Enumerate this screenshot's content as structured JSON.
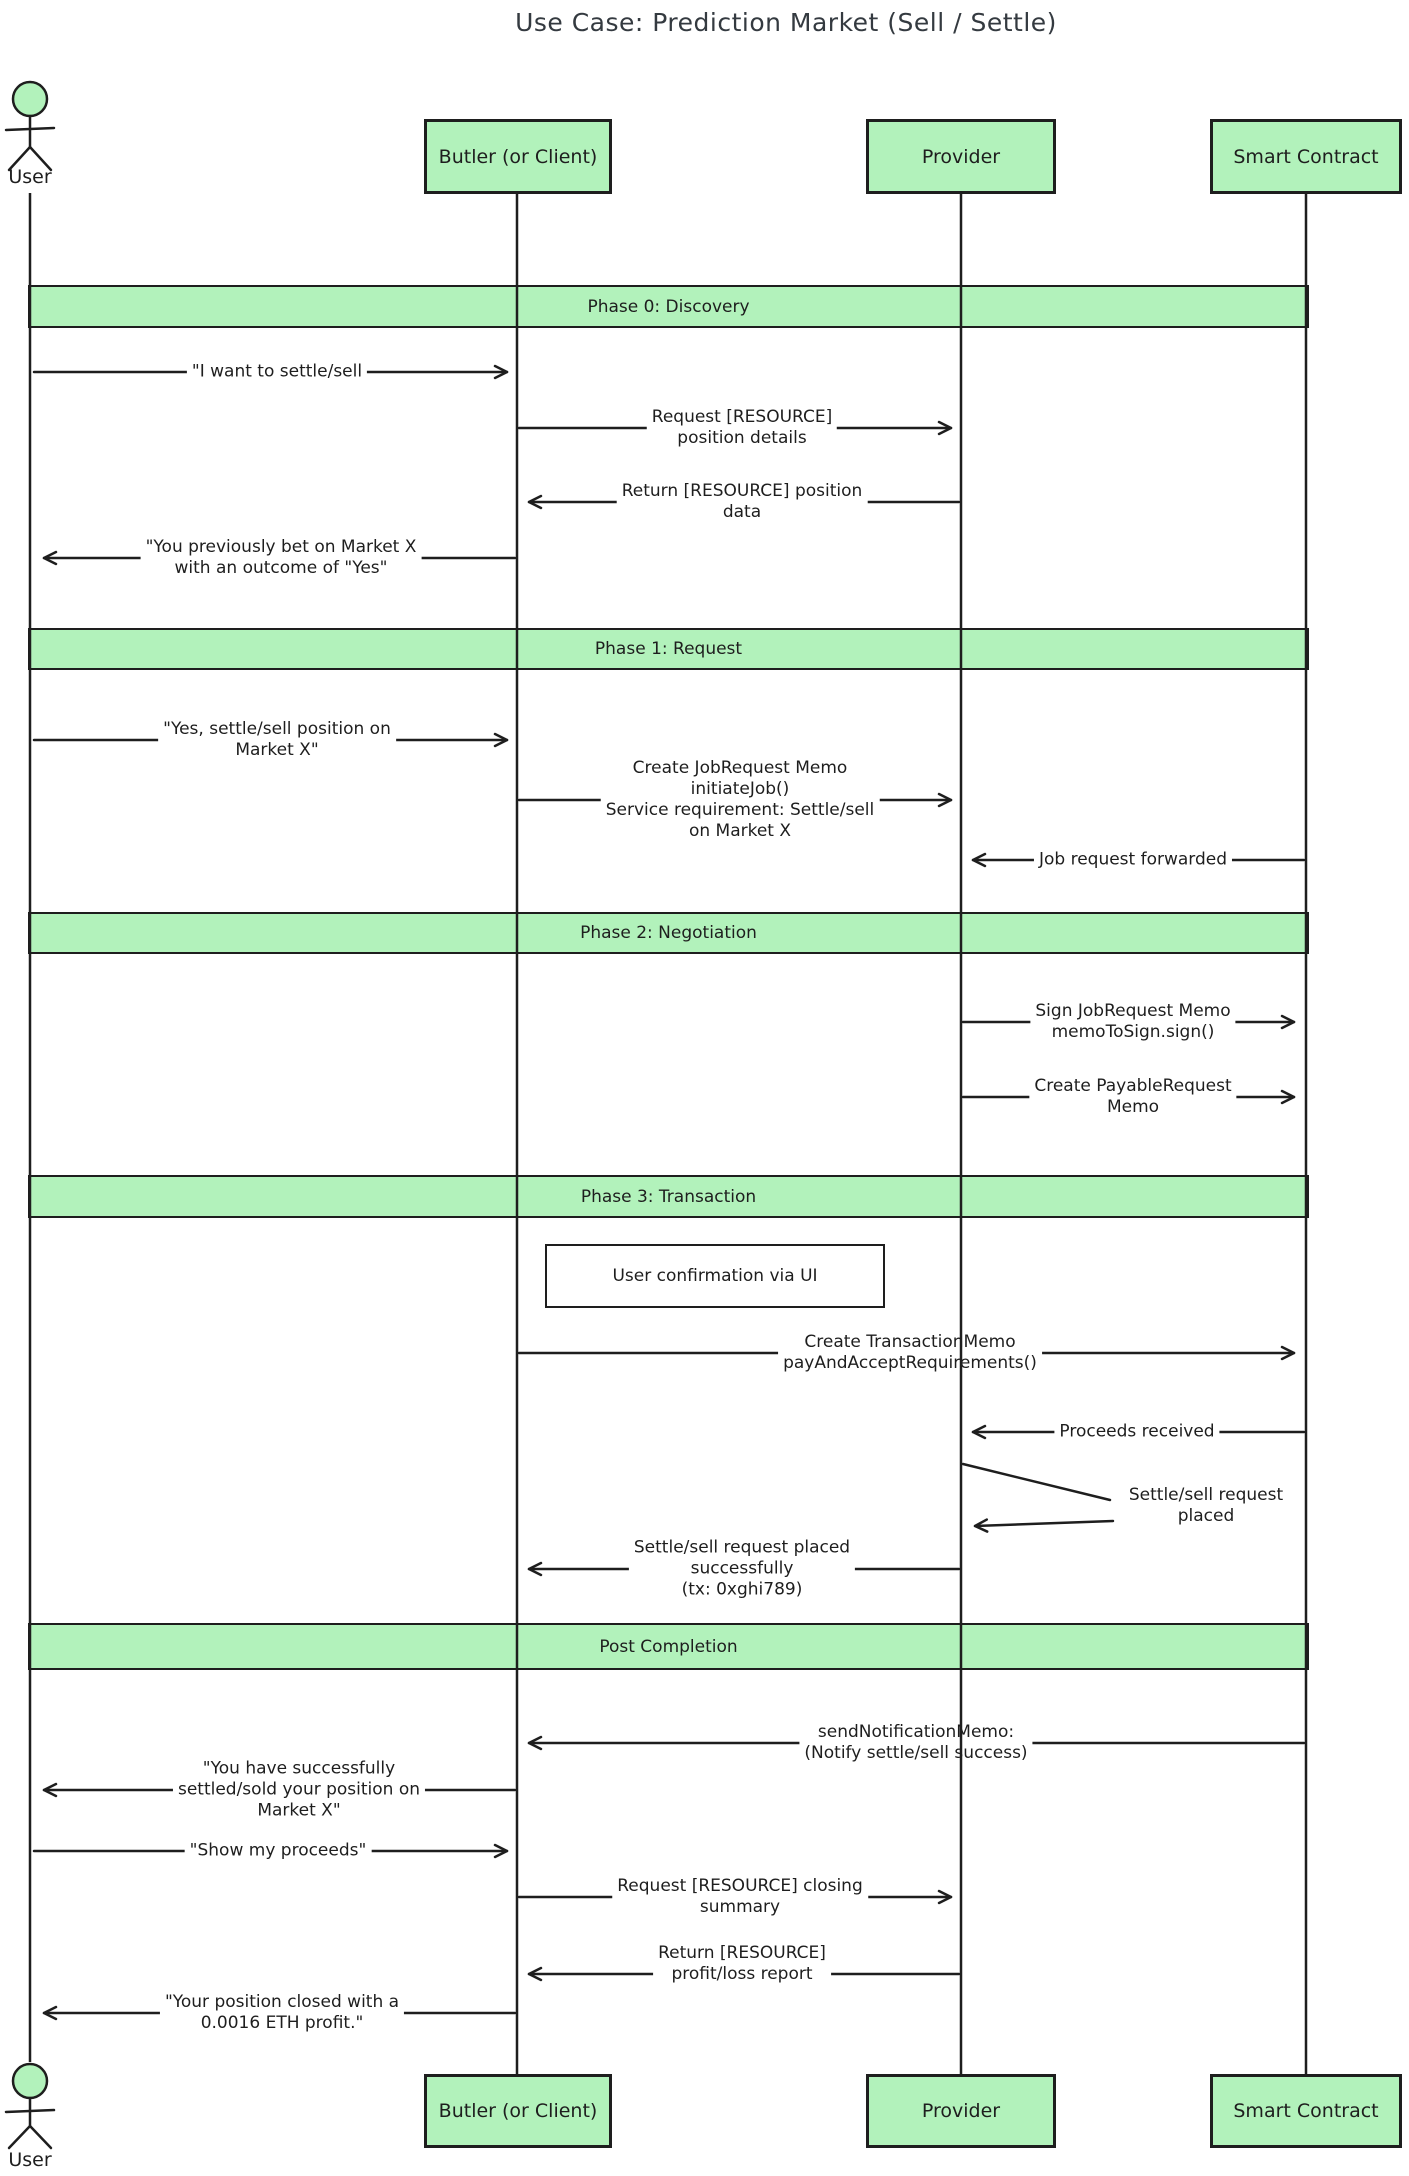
{
  "title": "Use Case: Prediction Market (Sell / Settle)",
  "actors": {
    "user": {
      "label": "User"
    },
    "butler": {
      "label": "Butler (or Client)"
    },
    "provider": {
      "label": "Provider"
    },
    "smart_contract": {
      "label": "Smart Contract"
    }
  },
  "phases": [
    {
      "label": "Phase 0: Discovery"
    },
    {
      "label": "Phase 1: Request"
    },
    {
      "label": "Phase 2: Negotiation"
    },
    {
      "label": "Phase 3: Transaction"
    },
    {
      "label": "Post Completion"
    }
  ],
  "note": {
    "label": "User confirmation via UI"
  },
  "messages": [
    {
      "from": "user",
      "to": "butler",
      "label": "\"I want to settle/sell"
    },
    {
      "from": "butler",
      "to": "provider",
      "label": "Request [RESOURCE]\nposition details"
    },
    {
      "from": "provider",
      "to": "butler",
      "label": "Return [RESOURCE] position\ndata"
    },
    {
      "from": "butler",
      "to": "user",
      "label": "\"You previously bet on Market X\nwith an outcome of \"Yes\""
    },
    {
      "from": "user",
      "to": "butler",
      "label": "\"Yes, settle/sell position on\nMarket X\""
    },
    {
      "from": "butler",
      "to": "provider",
      "label": "Create JobRequest Memo\ninitiateJob()\nService requirement: Settle/sell\non Market X"
    },
    {
      "from": "smart_contract",
      "to": "provider",
      "label": "Job request forwarded"
    },
    {
      "from": "provider",
      "to": "smart_contract",
      "label": "Sign JobRequest Memo\nmemoToSign.sign()"
    },
    {
      "from": "provider",
      "to": "smart_contract",
      "label": "Create PayableRequest\nMemo"
    },
    {
      "from": "butler",
      "to": "smart_contract",
      "label": "Create TransactionMemo\npayAndAcceptRequirements()"
    },
    {
      "from": "smart_contract",
      "to": "provider",
      "label": "Proceeds received"
    },
    {
      "from": "provider",
      "to": "provider",
      "self": true,
      "label": "Settle/sell request\nplaced"
    },
    {
      "from": "provider",
      "to": "butler",
      "label": "Settle/sell request placed\nsuccessfully\n(tx: 0xghi789)"
    },
    {
      "from": "smart_contract",
      "to": "butler",
      "label": "sendNotificationMemo:\n(Notify settle/sell success)"
    },
    {
      "from": "butler",
      "to": "user",
      "label": "\"You have successfully\nsettled/sold your position on\nMarket X\""
    },
    {
      "from": "user",
      "to": "butler",
      "label": "\"Show my proceeds\""
    },
    {
      "from": "butler",
      "to": "provider",
      "label": "Request [RESOURCE] closing\nsummary"
    },
    {
      "from": "provider",
      "to": "butler",
      "label": "Return [RESOURCE]\nprofit/loss report"
    },
    {
      "from": "butler",
      "to": "user",
      "label": "\"Your position closed with a\n0.0016 ETH profit.\""
    }
  ],
  "colors": {
    "actor_fill": "#b2f2bb",
    "stroke": "#1e1e1e",
    "background": "#ffffff",
    "title_color": "#343a40"
  }
}
